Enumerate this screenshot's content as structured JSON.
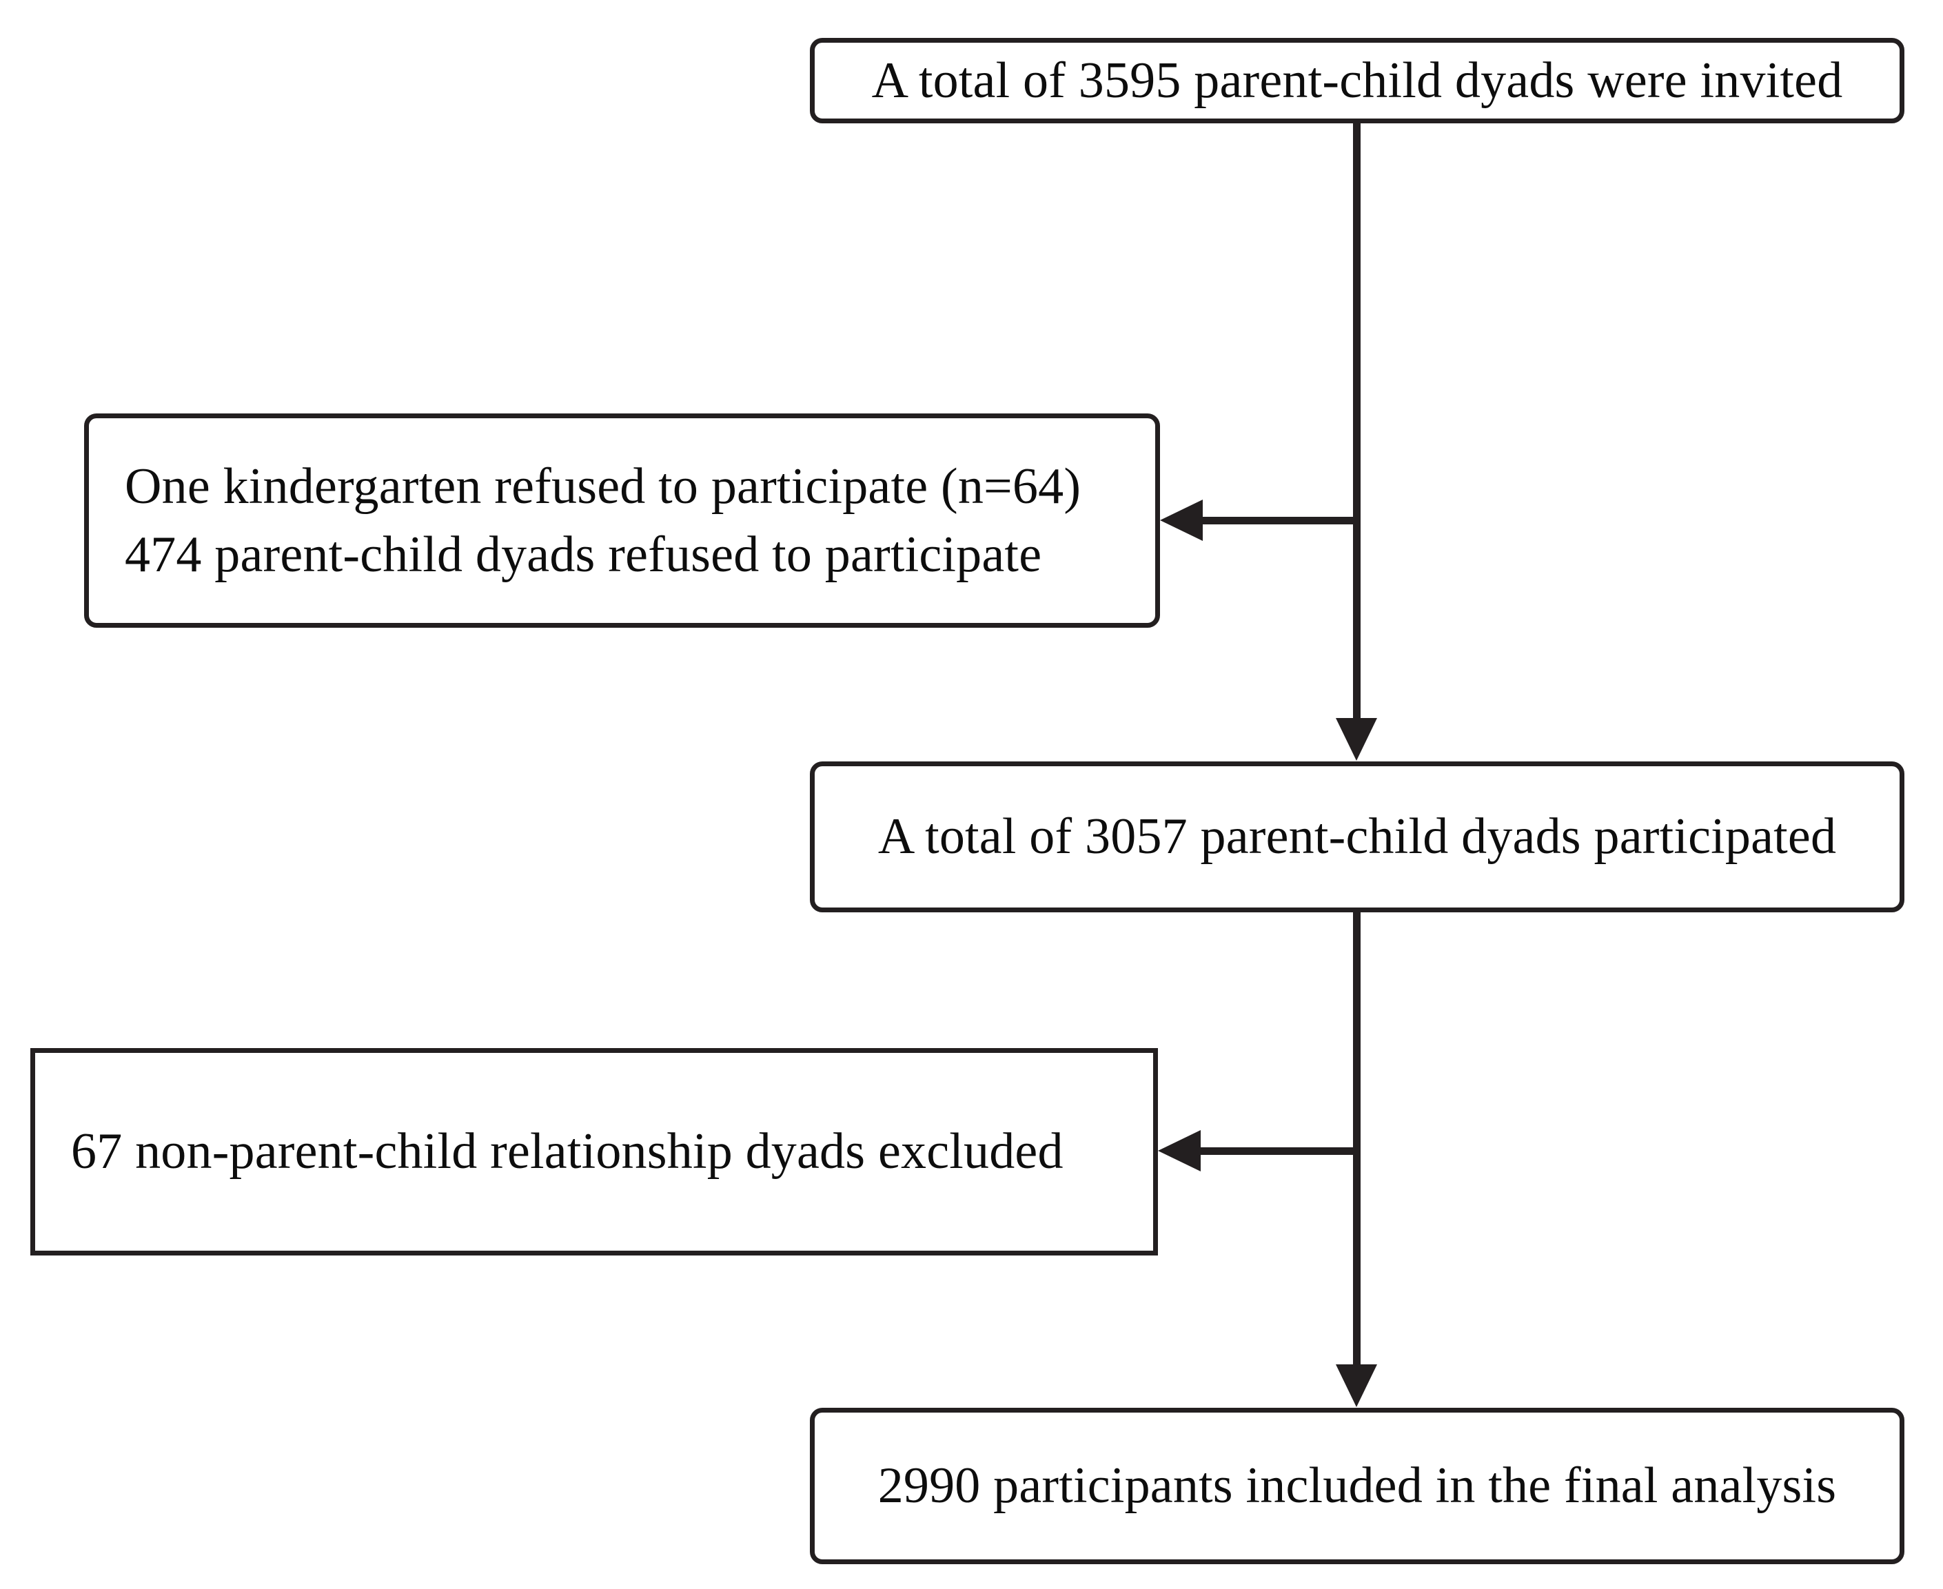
{
  "diagram": {
    "title": "Participant flow diagram",
    "type": "flowchart",
    "orientation": "top-to-bottom",
    "line_color": "#231f20",
    "box_fill": "#ffffff",
    "text_color": "#0d0d0d",
    "nodes": [
      {
        "id": "invited",
        "role": "enrollment",
        "shape": "rounded-rect",
        "align": "center",
        "count": 3595,
        "text": "A total of 3595 parent-child dyads were invited"
      },
      {
        "id": "refused",
        "role": "exclusion",
        "shape": "rounded-rect",
        "align": "left",
        "line1": "One kindergarten refused to participate (n=64)",
        "line2": "474 parent-child dyads refused to participate",
        "kindergarten_n": 64,
        "dyads_refused": 474
      },
      {
        "id": "participated",
        "role": "enrollment",
        "shape": "rounded-rect",
        "align": "center",
        "count": 3057,
        "text": "A total of 3057 parent-child dyads participated"
      },
      {
        "id": "excluded",
        "role": "exclusion",
        "shape": "rect",
        "align": "left",
        "count": 67,
        "text": "67 non-parent-child relationship dyads excluded"
      },
      {
        "id": "analyzed",
        "role": "analysis",
        "shape": "rounded-rect",
        "align": "center",
        "count": 2990,
        "text": "2990 participants included in the final analysis"
      }
    ],
    "edges": [
      {
        "id": "e1",
        "from": "invited",
        "to": "refused",
        "direction": "left",
        "marker": "arrowhead"
      },
      {
        "id": "e2",
        "from": "invited",
        "to": "participated",
        "direction": "down",
        "marker": "arrowhead"
      },
      {
        "id": "e3",
        "from": "participated",
        "to": "excluded",
        "direction": "left",
        "marker": "arrowhead"
      },
      {
        "id": "e4",
        "from": "participated",
        "to": "analyzed",
        "direction": "down",
        "marker": "arrowhead"
      }
    ]
  }
}
